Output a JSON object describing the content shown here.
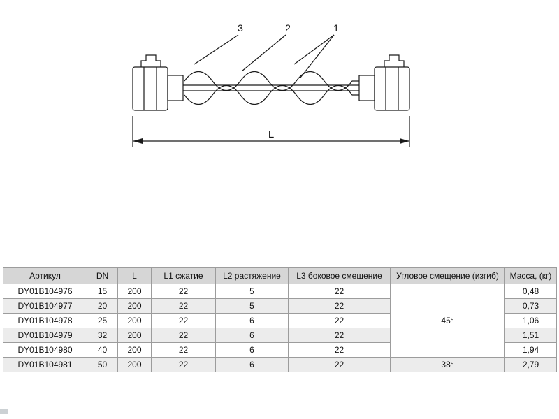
{
  "diagram": {
    "callouts": {
      "c3": "3",
      "c2": "2",
      "c1": "1"
    },
    "dimension_label": "L"
  },
  "table": {
    "headers": [
      "Артикул",
      "DN",
      "L",
      "L1 сжатие",
      "L2 растяжение",
      "L3 боковое смещение",
      "Угловое смещение (изгиб)",
      "Масса, (кг)"
    ],
    "rows": [
      {
        "article": "DY01B104976",
        "dn": "15",
        "l": "200",
        "l1": "22",
        "l2": "5",
        "l3": "22",
        "mass": "0,48"
      },
      {
        "article": "DY01B104977",
        "dn": "20",
        "l": "200",
        "l1": "22",
        "l2": "5",
        "l3": "22",
        "mass": "0,73"
      },
      {
        "article": "DY01B104978",
        "dn": "25",
        "l": "200",
        "l1": "22",
        "l2": "6",
        "l3": "22",
        "mass": "1,06"
      },
      {
        "article": "DY01B104979",
        "dn": "32",
        "l": "200",
        "l1": "22",
        "l2": "6",
        "l3": "22",
        "mass": "1,51"
      },
      {
        "article": "DY01B104980",
        "dn": "40",
        "l": "200",
        "l1": "22",
        "l2": "6",
        "l3": "22",
        "mass": "1,94"
      },
      {
        "article": "DY01B104981",
        "dn": "50",
        "l": "200",
        "l1": "22",
        "l2": "6",
        "l3": "22",
        "mass": "2,79"
      }
    ],
    "angular_45": "45°",
    "angular_38": "38°"
  }
}
